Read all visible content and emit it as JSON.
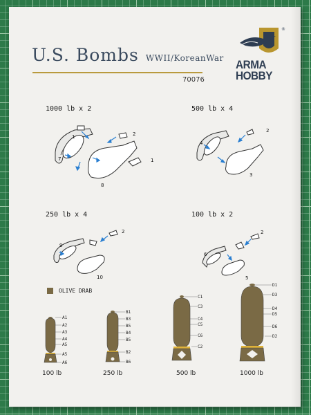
{
  "header": {
    "title_main": "U.S. Bombs",
    "title_sub": "WWII/KoreanWar",
    "product_code": "70076"
  },
  "brand": {
    "line1": "ARMA",
    "line2": "HOBBY",
    "registered": "®"
  },
  "sections": [
    {
      "heading": "1000 lb x 2",
      "callouts": [
        "1",
        "2",
        "7",
        "1",
        "8"
      ]
    },
    {
      "heading": "500 lb x 4",
      "callouts": [
        "2",
        "4",
        "3"
      ]
    },
    {
      "heading": "250 lb x 4",
      "callouts": [
        "2",
        "9",
        "10"
      ]
    },
    {
      "heading": "100 lb x 2",
      "callouts": [
        "2",
        "6",
        "5"
      ]
    }
  ],
  "legend": {
    "label": "OLIVE DRAB",
    "color": "#7a6a45"
  },
  "bombs": [
    {
      "label": "100 lb",
      "parts": [
        "A1",
        "A2",
        "A3",
        "A4",
        "A5",
        "A5",
        "A6"
      ]
    },
    {
      "label": "250 lb",
      "parts": [
        "B1",
        "B3",
        "B5",
        "B4",
        "B5",
        "B2",
        "B6"
      ]
    },
    {
      "label": "500 lb",
      "parts": [
        "C1",
        "C3",
        "C4",
        "C5",
        "C6",
        "C2"
      ]
    },
    {
      "label": "1000 lb",
      "parts": [
        "D1",
        "D3",
        "D4",
        "D5",
        "D6",
        "D2"
      ]
    }
  ],
  "colors": {
    "olive": "#7a6a45",
    "band": "#e0b33a",
    "title": "#3a4a5e",
    "gold_rule": "#b99a3e"
  }
}
